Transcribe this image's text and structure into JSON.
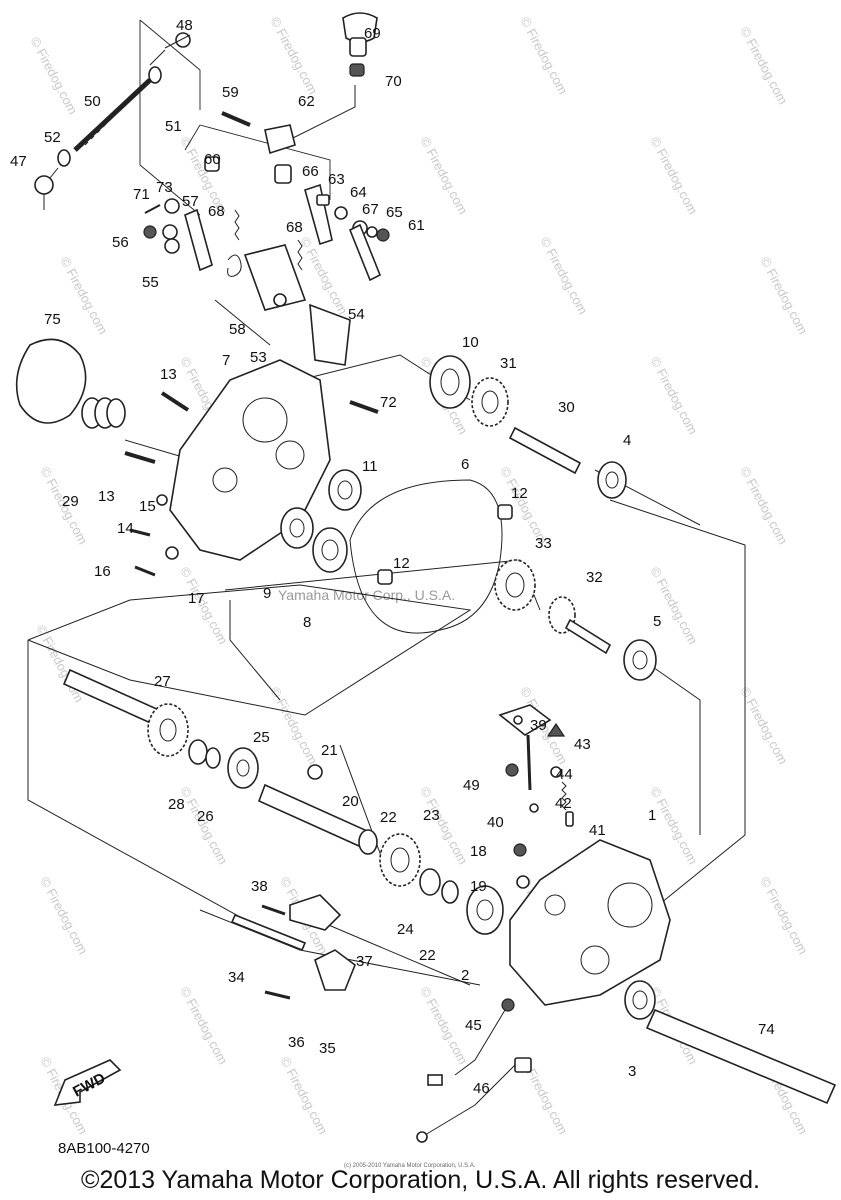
{
  "watermark": "© Firedog.com",
  "center_watermark": "Yamaha Motor Corp., U.S.A.",
  "fwd_label": "FWD",
  "document_code": "8AB100-4270",
  "copyright": "©2013 Yamaha Motor Corporation, U.S.A. All rights reserved.",
  "small_credit": "(c) 2005-2010 Yamaha Motor Corporation, U.S.A.",
  "callouts": [
    {
      "n": "48"
    },
    {
      "n": "69"
    },
    {
      "n": "70"
    },
    {
      "n": "50"
    },
    {
      "n": "59"
    },
    {
      "n": "62"
    },
    {
      "n": "51"
    },
    {
      "n": "52"
    },
    {
      "n": "60"
    },
    {
      "n": "66"
    },
    {
      "n": "63"
    },
    {
      "n": "64"
    },
    {
      "n": "47"
    },
    {
      "n": "71"
    },
    {
      "n": "73"
    },
    {
      "n": "57"
    },
    {
      "n": "68"
    },
    {
      "n": "67"
    },
    {
      "n": "65"
    },
    {
      "n": "61"
    },
    {
      "n": "68"
    },
    {
      "n": "56"
    },
    {
      "n": "55"
    },
    {
      "n": "58"
    },
    {
      "n": "53"
    },
    {
      "n": "54"
    },
    {
      "n": "75"
    },
    {
      "n": "10"
    },
    {
      "n": "31"
    },
    {
      "n": "13"
    },
    {
      "n": "7"
    },
    {
      "n": "72"
    },
    {
      "n": "30"
    },
    {
      "n": "4"
    },
    {
      "n": "11"
    },
    {
      "n": "6"
    },
    {
      "n": "12"
    },
    {
      "n": "29"
    },
    {
      "n": "13"
    },
    {
      "n": "15"
    },
    {
      "n": "14"
    },
    {
      "n": "33"
    },
    {
      "n": "12"
    },
    {
      "n": "16"
    },
    {
      "n": "17"
    },
    {
      "n": "9"
    },
    {
      "n": "8"
    },
    {
      "n": "32"
    },
    {
      "n": "5"
    },
    {
      "n": "27"
    },
    {
      "n": "39"
    },
    {
      "n": "43"
    },
    {
      "n": "25"
    },
    {
      "n": "21"
    },
    {
      "n": "49"
    },
    {
      "n": "44"
    },
    {
      "n": "42"
    },
    {
      "n": "20"
    },
    {
      "n": "28"
    },
    {
      "n": "26"
    },
    {
      "n": "22"
    },
    {
      "n": "23"
    },
    {
      "n": "40"
    },
    {
      "n": "41"
    },
    {
      "n": "1"
    },
    {
      "n": "18"
    },
    {
      "n": "19"
    },
    {
      "n": "38"
    },
    {
      "n": "24"
    },
    {
      "n": "22"
    },
    {
      "n": "2"
    },
    {
      "n": "37"
    },
    {
      "n": "34"
    },
    {
      "n": "74"
    },
    {
      "n": "45"
    },
    {
      "n": "36"
    },
    {
      "n": "35"
    },
    {
      "n": "3"
    },
    {
      "n": "46"
    }
  ]
}
